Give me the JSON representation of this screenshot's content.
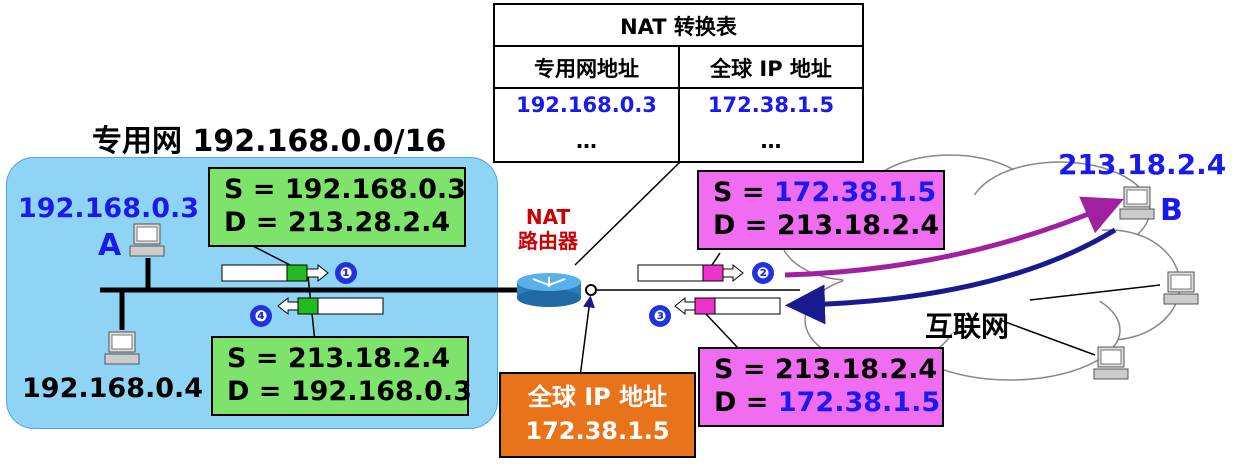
{
  "private_net": {
    "title": "专用网 192.168.0.0/16",
    "host_a_ip": "192.168.0.3",
    "host_a_label": "A",
    "host_2_ip": "192.168.0.4"
  },
  "packet1": {
    "s": "S = 192.168.0.3",
    "d": "D = 213.28.2.4"
  },
  "packet4": {
    "s": "S = 213.18.2.4",
    "d": "D = 192.168.0.3"
  },
  "packet2": {
    "s_prefix": "S = ",
    "s_value": "172.38.1.5",
    "d": "D = 213.18.2.4"
  },
  "packet3": {
    "s": "S = 213.18.2.4",
    "d_prefix": "D = ",
    "d_value": "172.38.1.5"
  },
  "router": {
    "line1": "NAT",
    "line2": "路由器"
  },
  "global_ip_box": {
    "line1": "全球 IP 地址",
    "line2": "172.38.1.5"
  },
  "nat_table": {
    "title": "NAT 转换表",
    "col1": "专用网地址",
    "col2": "全球 IP 地址",
    "row1": [
      "192.168.0.3",
      "172.38.1.5"
    ],
    "row2": [
      "…",
      "…"
    ]
  },
  "internet": {
    "label": "互联网",
    "host_b_ip": "213.18.2.4",
    "host_b_label": "B"
  },
  "steps": [
    "❶",
    "❷",
    "❸",
    "❹"
  ],
  "colors": {
    "private_bg": "#8fd3f5",
    "green_box": "#7ee36a",
    "pink_box": "#f06cf0",
    "orange_box": "#e8731a",
    "blue_text": "#1a1aee",
    "router_text": "#cc0000",
    "purple_arrow": "#a020a0",
    "navy_arrow": "#1a1a90"
  },
  "icons": [
    "computer-icon",
    "router-icon",
    "cloud-icon"
  ]
}
